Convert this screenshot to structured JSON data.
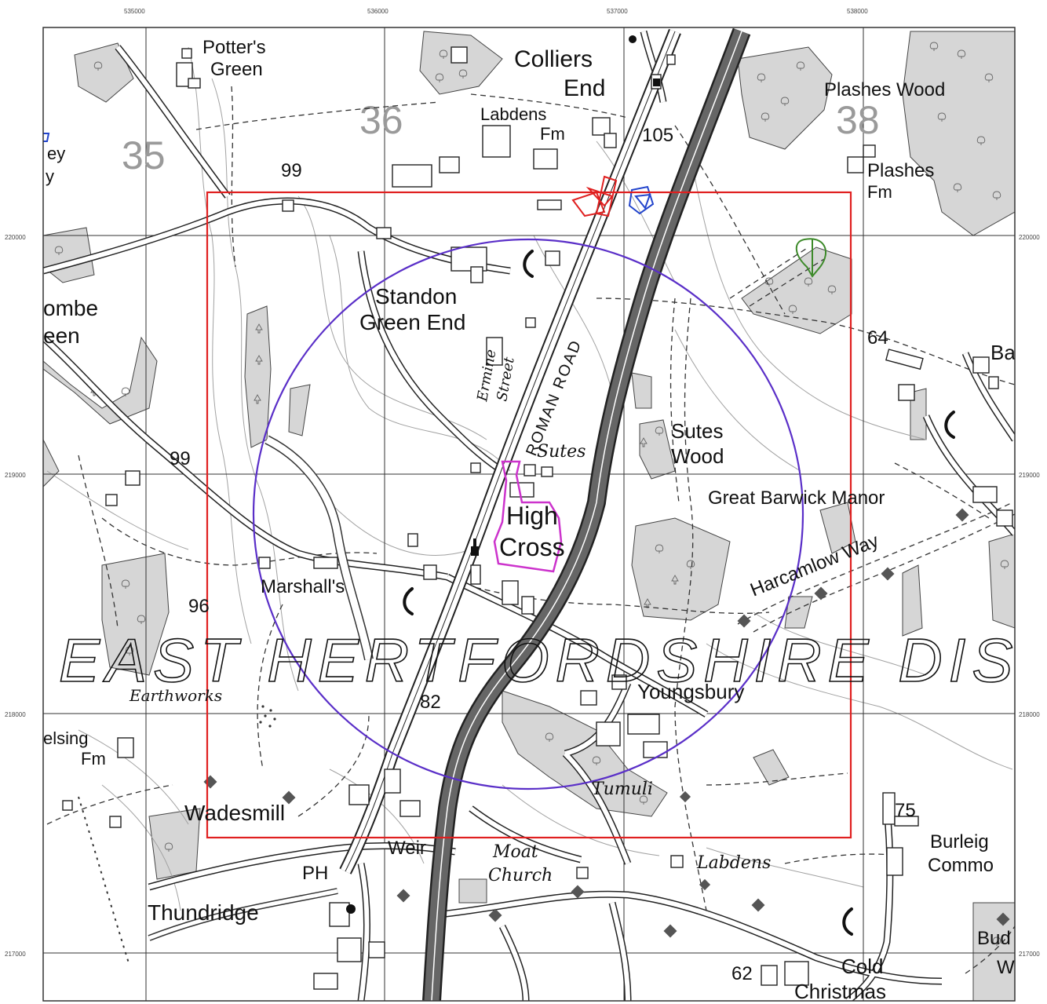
{
  "grid": {
    "eastings": [
      "535000",
      "536000",
      "537000",
      "538000"
    ],
    "northings": [
      "220000",
      "219000",
      "218000",
      "217000"
    ]
  },
  "grid_square_numbers": [
    "36",
    "35",
    "38"
  ],
  "place_labels": {
    "potters_green_1": "Potter's",
    "potters_green_2": "Green",
    "colliers_end_1": "Colliers",
    "colliers_end_2": "End",
    "labdens_fm_1": "Labdens",
    "labdens_fm_2": "Fm",
    "plashes_wood": "Plashes Wood",
    "plashes_fm_1": "Plashes",
    "plashes_fm_2": "Fm",
    "standon_green_end_1": "Standon",
    "standon_green_end_2": "Green End",
    "combe_green_1": "ombe",
    "combe_green_2": "een",
    "sutes_wood_1": "Sutes",
    "sutes_wood_2": "Wood",
    "sutes": "Sutes",
    "high_cross_1": "High",
    "high_cross_2": "Cross",
    "great_barwick_manor": "Great Barwick Manor",
    "harcamlow_way": "Harcamlow Way",
    "marshalls": "Marshall's",
    "youngsbury": "Youngsbury",
    "helsing_fm_1": "elsing",
    "helsing_fm_2": "Fm",
    "wadesmill": "Wadesmill",
    "weir": "Weir",
    "ph": "PH",
    "thundridge": "Thundridge",
    "burleigh_common_1": "Burleig",
    "burleigh_common_2": "Commo",
    "cold_christmas_1": "Cold",
    "cold_christmas_2": "Christmas",
    "bud_1": "Bud",
    "bud_2": "W",
    "ba": "Ba",
    "ey": "ey",
    "y": "y"
  },
  "road_labels": {
    "roman_road": "ROMAN ROAD",
    "ermine_street_1": "Ermine",
    "ermine_street_2": "Street"
  },
  "antiquity_labels": {
    "earthworks": "Earthworks",
    "tumuli": "Tumuli",
    "moat": "Moat",
    "church": "Church",
    "labdens": "Labdens"
  },
  "spot_heights": [
    "99",
    "105",
    "64",
    "99",
    "96",
    "82",
    "75",
    "62"
  ],
  "district_label": "EAST HERTFORDSHIRE DIS",
  "colors": {
    "study_area_box": "#e02020",
    "search_radius": "#5a2fc8",
    "site_outline": "#cc33cc",
    "woodland": "#d4d4d4",
    "main_road": "#555555",
    "contour": "#9b9b9b",
    "red_feature": "#e02020",
    "blue_feature": "#2244cc",
    "green_feature": "#3d8a2a"
  }
}
